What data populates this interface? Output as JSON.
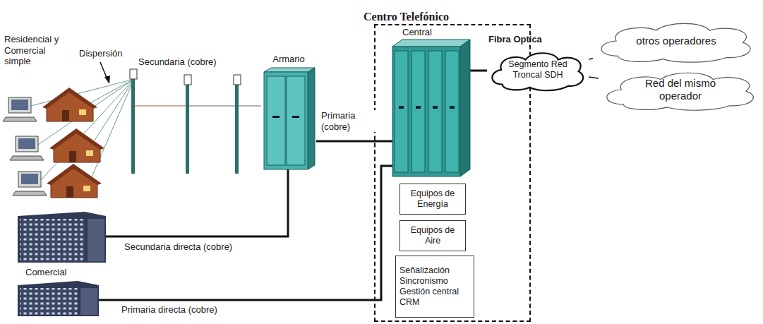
{
  "diagram": {
    "nodes": [
      {
        "text": [
          "Armario"
        ]
      },
      {
        "text": [
          "Centro Telefónico"
        ]
      },
      {
        "text": [
          "Central"
        ],
        "in": 1
      },
      {
        "text": [
          "Equipos de Energía"
        ],
        "in": 1
      },
      {
        "text": [
          "Equipos de Aire"
        ],
        "in": 1
      },
      {
        "text": [
          "Señalización Sincronismo Gestión central CRM"
        ],
        "in": 1
      },
      {
        "text": [
          "Segmento Red Troncal SDH"
        ]
      },
      {
        "text": [
          "otros operadores"
        ]
      },
      {
        "text": [
          "Red del mismo operador"
        ]
      }
    ],
    "edges": [
      {
        "from": 0,
        "to": 2,
        "arrow": "none",
        "label": "Primaria (cobre)"
      },
      {
        "from": 2,
        "to": 6,
        "arrow": "none"
      },
      {
        "from": 6,
        "to": 7,
        "arrow": "none"
      },
      {
        "from": 6,
        "to": 8,
        "arrow": "none"
      }
    ],
    "labels": [
      "Residencial y Comercial simple",
      "Dispersión",
      "Secundaria (cobre)",
      "Fibra Optica",
      "Secundaria directa (cobre)",
      "Comercial",
      "Primaria directa (cobre)"
    ]
  }
}
